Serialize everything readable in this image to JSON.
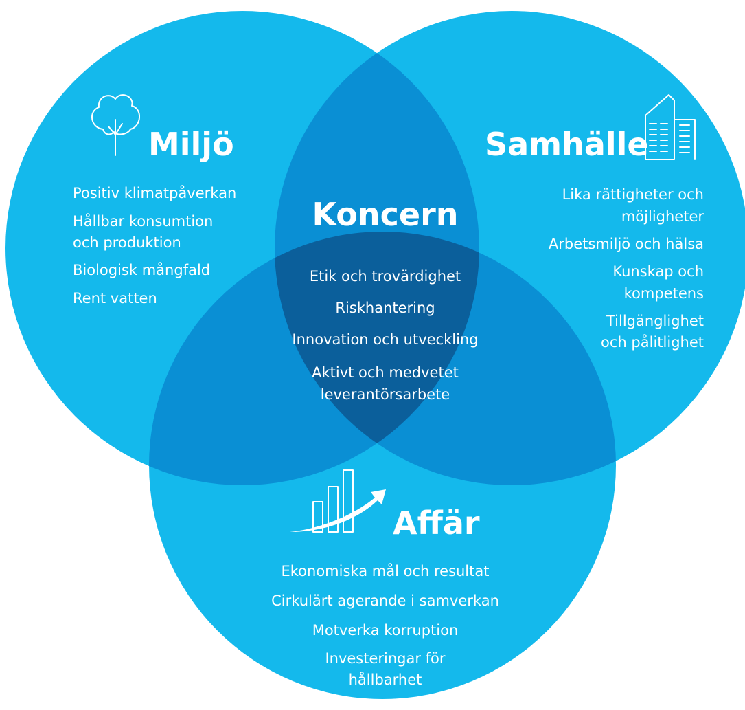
{
  "colors": {
    "circle": "#14b9ec",
    "pair_overlap": "#0a8fd4",
    "center_overlap": "#0b5f9b",
    "text": "#ffffff"
  },
  "miljo": {
    "title": "Miljö",
    "icon": "tree-icon",
    "items": [
      "Positiv klimatpåverkan",
      "Hållbar konsumtion",
      "och produktion",
      "Biologisk mångfald",
      "Rent vatten"
    ]
  },
  "samhalle": {
    "title": "Samhälle",
    "icon": "building-icon",
    "items": [
      "Lika rättigheter och",
      "möjligheter",
      "Arbetsmiljö och hälsa",
      "Kunskap och",
      "kompetens",
      "Tillgänglighet",
      "och pålitlighet"
    ]
  },
  "koncern": {
    "title": "Koncern",
    "items": [
      "Etik och trovärdighet",
      "Riskhantering",
      "Innovation och utveckling",
      "Aktivt och medvetet",
      "leverantörsarbete"
    ]
  },
  "affar": {
    "title": "Affär",
    "icon": "growth-chart-icon",
    "items": [
      "Ekonomiska mål och resultat",
      "Cirkulärt agerande i samverkan",
      "Motverka korruption",
      "Investeringar för",
      "hållbarhet"
    ]
  }
}
